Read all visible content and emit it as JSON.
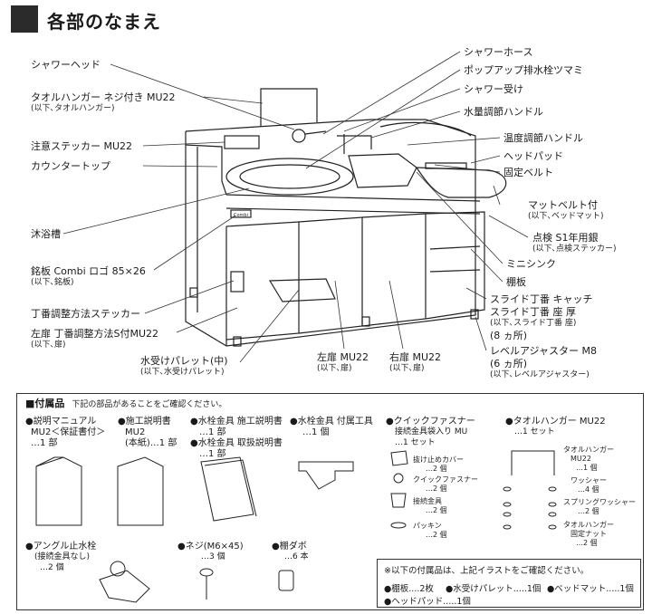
{
  "header": {
    "title": "各部のなまえ"
  },
  "diagram_labels": {
    "shower_head": "シャワーヘッド",
    "towel_hanger": "タオルハンガー ネジ付き MU22",
    "towel_hanger_sub": "(以下､タオルハンガー)",
    "caution_sticker": "注意ステッカー MU22",
    "counter_top": "カウンタートップ",
    "bathtub": "沐浴槽",
    "nameplate": "銘板 Combi ロゴ 85×26",
    "nameplate_sub": "(以下､銘板)",
    "hinge_sticker": "丁番調整方法ステッカー",
    "left_door_s": "左扉 丁番調整方法S付MU22",
    "left_door_s_sub": "(以下､扉)",
    "water_pallet": "水受けパレット(中)",
    "water_pallet_sub": "(以下､水受けパレット)",
    "left_door": "左扉 MU22",
    "left_door_sub": "(以下､扉)",
    "right_door": "右扉 MU22",
    "right_door_sub": "(以下､扉)",
    "shower_hose": "シャワーホース",
    "popup_drain": "ポップアップ排水栓ツマミ",
    "shower_holder": "シャワー受け",
    "flow_handle": "水量調節ハンドル",
    "temp_handle": "温度調節ハンドル",
    "head_pad": "ヘッドパッド",
    "fixing_belt": "固定ベルト",
    "mat_belt": "マットベルト付",
    "mat_belt_sub": "(以下､ベッドマット)",
    "inspection": "点検 S1年用銀",
    "inspection_sub": "(以下､点検ステッカー)",
    "mini_sink": "ミニシンク",
    "shelf": "棚板",
    "slide_hinge1": "スライド丁番 キャッチ",
    "slide_hinge2": "スライド丁番 座 厚",
    "slide_hinge_sub": "(以下､スライド丁番 座)",
    "slide_hinge_count": "(8 ヵ所)",
    "level_adjuster": "レベルアジャスター M8",
    "level_adjuster_count": "(6 ヵ所)",
    "level_adjuster_sub": "(以下､レベルアジャスター)",
    "combi_logo": "Combi"
  },
  "accessories": {
    "title": "■付属品",
    "note": "下記の部品があることをご確認ください。",
    "manual": {
      "line1": "●説明マニュアル",
      "line2": "MU2＜保証書付＞",
      "line3": "…1 部"
    },
    "install_manual": {
      "line1": "●施工説明書",
      "line2": "MU2",
      "line3": "(本紙)…1 部"
    },
    "faucet_docs": {
      "line1": "●水栓金具 施工説明書",
      "line2": "…1 部",
      "line3": "●水栓金具 取扱説明書",
      "line4": "…1 部"
    },
    "faucet_tool": {
      "line1": "●水栓金具 付属工具",
      "line2": "…1 個"
    },
    "quick_fastener": {
      "line1": "●クイックファスナー",
      "line2": "接続金具袋入り MU",
      "line3": "…1 セット",
      "parts": [
        {
          "name": "抜け止めカバー",
          "qty": "…2 個"
        },
        {
          "name": "クイックファスナー",
          "qty": "…2 個"
        },
        {
          "name": "接続金具",
          "qty": "…2 個"
        },
        {
          "name": "パッキン",
          "qty": "…2 個"
        }
      ]
    },
    "towel_hanger": {
      "line1": "●タオルハンガー MU22",
      "line2": "…1 セット",
      "parts": [
        {
          "name": "タオルハンガー",
          "name2": "MU22",
          "qty": "…1 個"
        },
        {
          "name": "ワッシャー",
          "qty": "…4 個"
        },
        {
          "name": "スプリングワッシャー",
          "qty": "…2 個"
        },
        {
          "name": "タオルハンガー",
          "name2": "固定ナット",
          "qty": "…2 個"
        }
      ]
    },
    "angle_valve": {
      "line1": "●アングル止水栓",
      "line2": "(接続金具なし)",
      "line3": "…2 個"
    },
    "screw": {
      "line1": "●ネジ(M6×45)",
      "line2": "…3 個"
    },
    "dowel": {
      "line1": "●棚ダボ",
      "line2": "…6 本"
    },
    "illustrated_note": {
      "heading": "※以下の付属品は、上記イラストをご確認ください。",
      "row1": "●棚板....2枚",
      "row2": "●水受けパレット.....1個",
      "row3": "●ベッドマット.....1個",
      "row4": "●ヘッドパッド.....1個"
    }
  }
}
